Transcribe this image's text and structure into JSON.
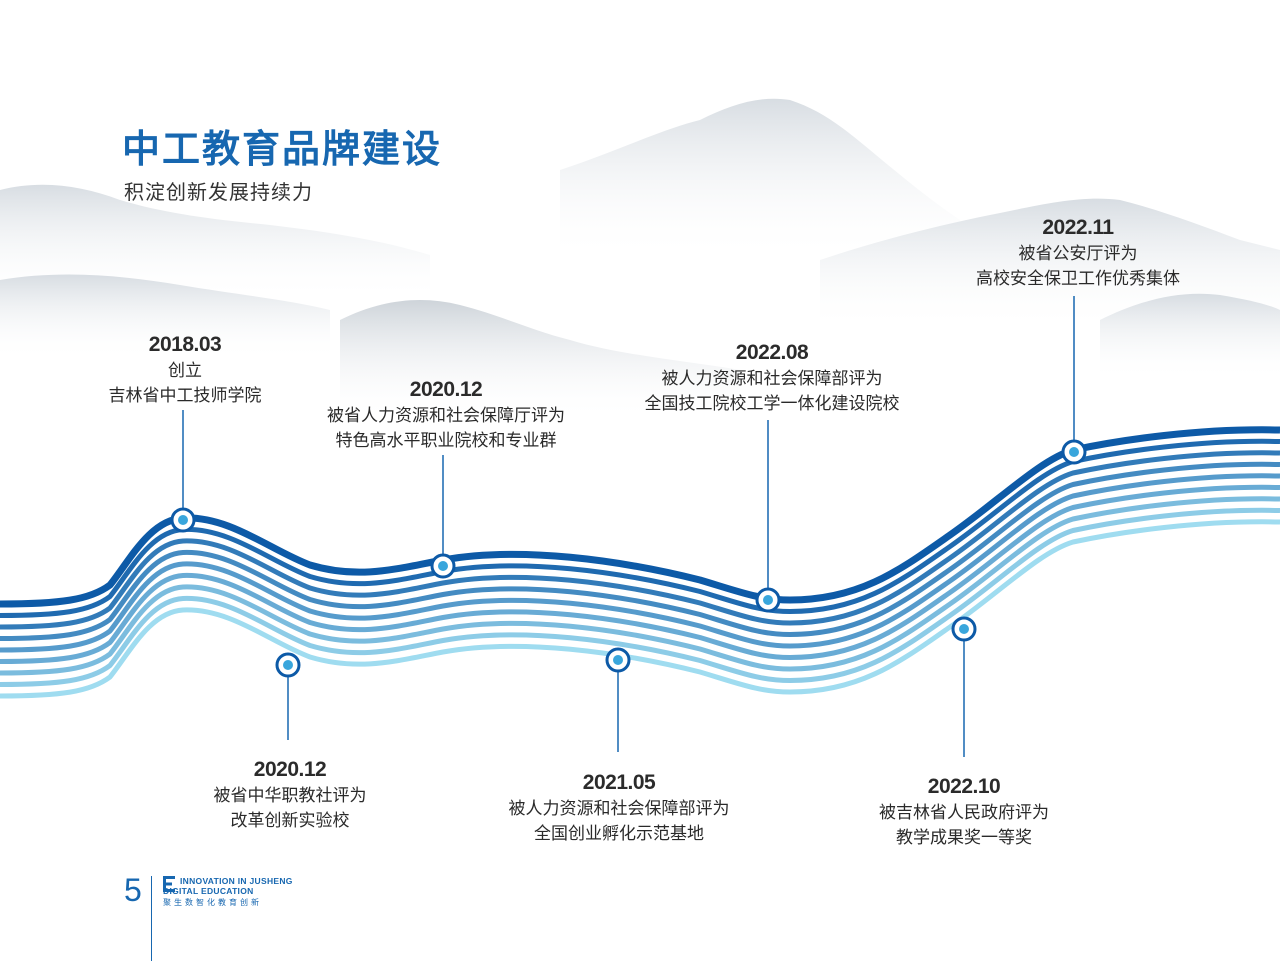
{
  "header": {
    "title": "中工教育品牌建设",
    "subtitle": "积淀创新发展持续力"
  },
  "timeline": [
    {
      "date": "2018.03",
      "line1": "创立",
      "line2": "吉林省中工技师学院"
    },
    {
      "date": "2020.12",
      "line1": "被省中华职教社评为",
      "line2": "改革创新实验校"
    },
    {
      "date": "2020.12",
      "line1": "被省人力资源和社会保障厅评为",
      "line2": "特色高水平职业院校和专业群"
    },
    {
      "date": "2021.05",
      "line1": "被人力资源和社会保障部评为",
      "line2": "全国创业孵化示范基地"
    },
    {
      "date": "2022.08",
      "line1": "被人力资源和社会保障部评为",
      "line2": "全国技工院校工学一体化建设院校"
    },
    {
      "date": "2022.10",
      "line1": "被吉林省人民政府评为",
      "line2": "教学成果奖一等奖"
    },
    {
      "date": "2022.11",
      "line1": "被省公安厅评为",
      "line2": "高校安全保卫工作优秀集体"
    }
  ],
  "footer": {
    "page_number": "5",
    "brand_en_line1": "INNOVATION IN JUSHENG",
    "brand_en_line2": "DIGITAL EDUCATION",
    "brand_cn": "聚生数智化教育创新"
  },
  "colors": {
    "accent": "#1767b0",
    "wave_dark": "#0d5aa7",
    "wave_light": "#9fdcf0"
  }
}
